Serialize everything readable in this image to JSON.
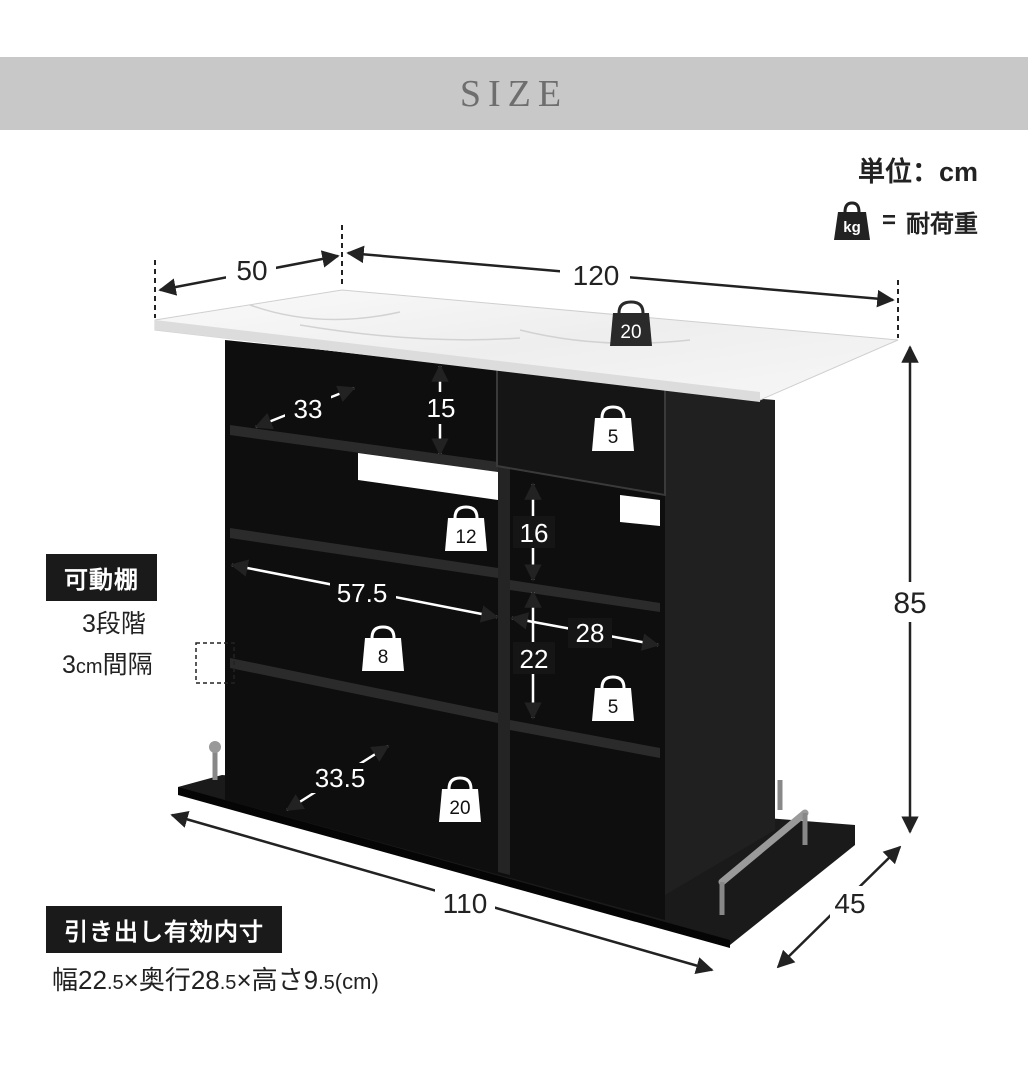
{
  "header": {
    "title": "SIZE"
  },
  "unit_label": "単位：cm",
  "legend": {
    "icon_text": "kg",
    "equals": "=",
    "text": "耐荷重"
  },
  "dimensions": {
    "depth_top": "50",
    "width_top": "120",
    "height": "85",
    "base_width": "110",
    "base_depth": "45",
    "shelf_depth_top": "33",
    "shelf_gap_top": "15",
    "drawer_gap": "16",
    "shelf_width": "57.5",
    "right_width": "28",
    "right_gap": "22",
    "bottom_depth": "33.5"
  },
  "loads": {
    "top": "20",
    "drawer": "5",
    "shelf_upper": "12",
    "shelf_mid": "8",
    "right_lower": "5",
    "bottom": "20"
  },
  "adjustable": {
    "label": "可動棚",
    "steps": "3段階",
    "interval_num": "3",
    "interval_unit": "cm",
    "interval_text": "間隔"
  },
  "drawer_inner": {
    "label": "引き出し有効内寸",
    "w_prefix": "幅",
    "w": "22",
    "w_dec": ".5",
    "x1": "×",
    "d_prefix": "奥行",
    "d": "28",
    "d_dec": ".5",
    "x2": "×",
    "h_prefix": "高さ",
    "h": "9",
    "h_dec": ".5",
    "unit": "(cm)"
  },
  "colors": {
    "banner": "#c8c8c8",
    "cabinet": "#111111",
    "marble": "#f2f2f2"
  }
}
